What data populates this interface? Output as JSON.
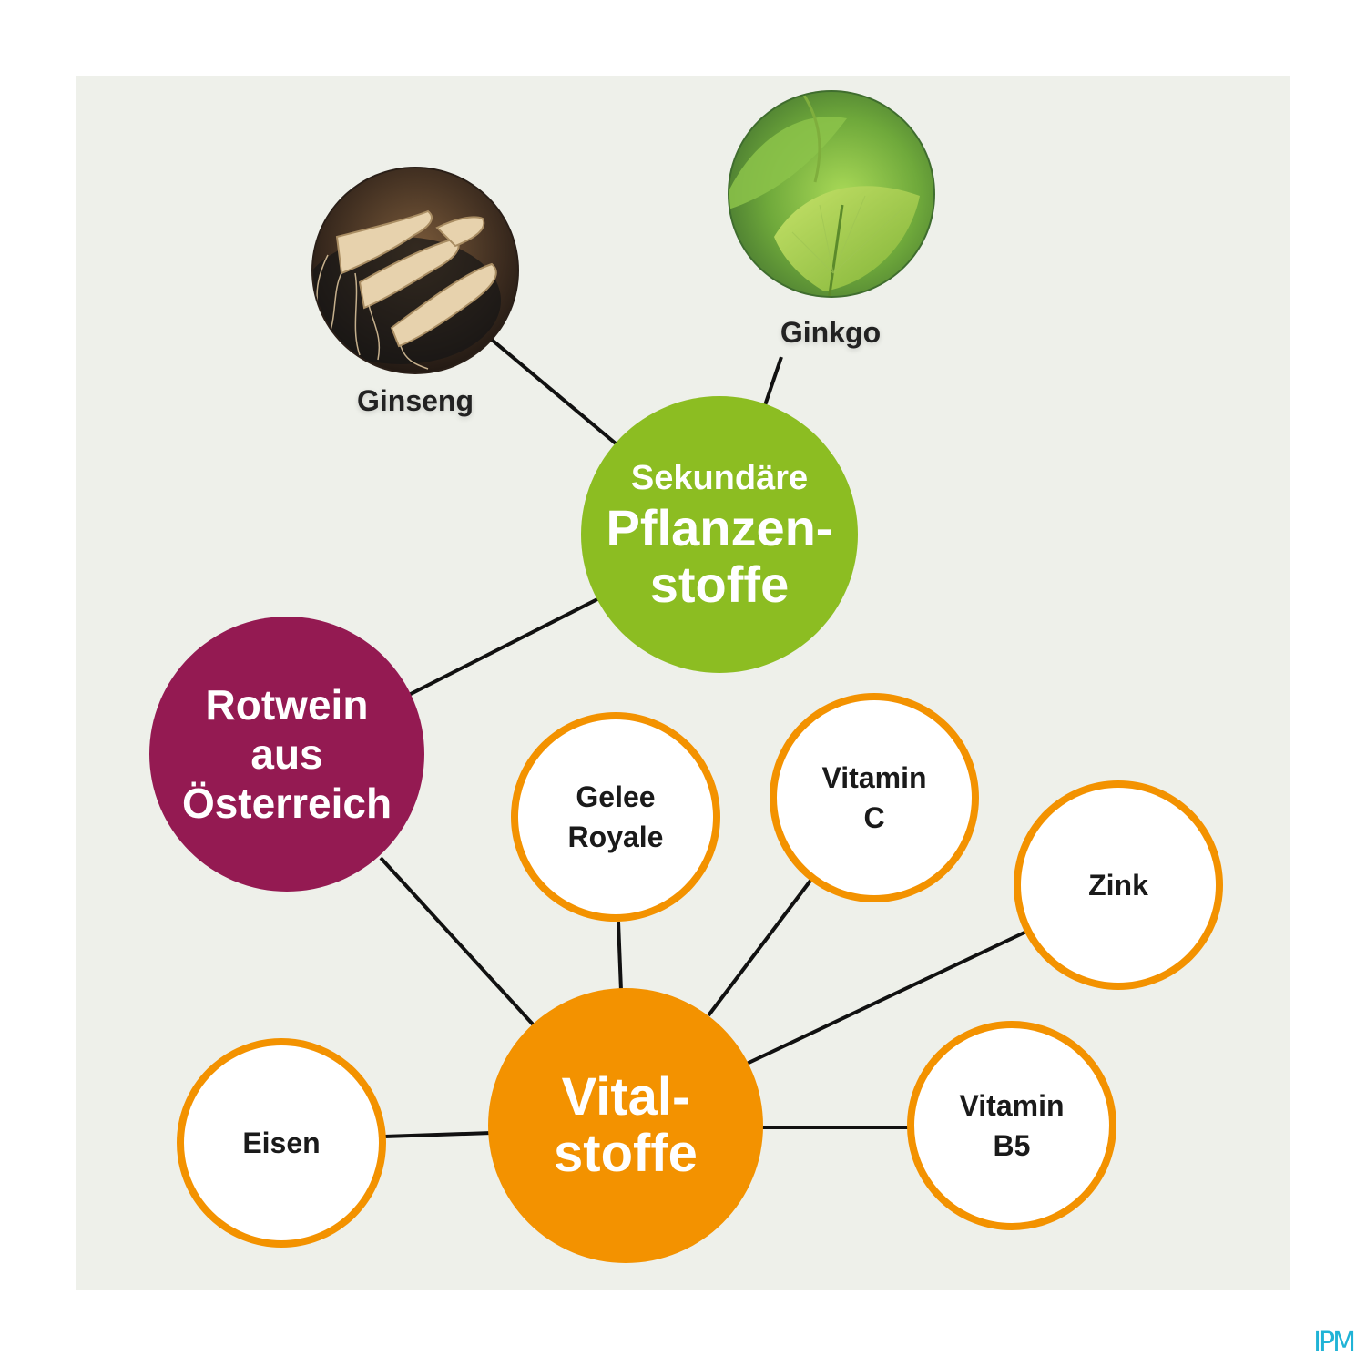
{
  "nodes": {
    "sekundaere": {
      "line1": "Sekundäre",
      "line2": "Pflanzen-",
      "line3": "stoffe",
      "color": "#8cbd22"
    },
    "rotwein": {
      "label": "Rotwein\naus\nÖsterreich",
      "color": "#941a52"
    },
    "vitalstoffe": {
      "label": "Vital-\nstoffe",
      "color": "#f39200"
    },
    "ginseng": {
      "label": "Ginseng",
      "image": "ginseng-root-photo"
    },
    "ginkgo": {
      "label": "Ginkgo",
      "image": "ginkgo-leaf-photo"
    },
    "gelee_royale": {
      "label": "Gelee\nRoyale"
    },
    "vitamin_c": {
      "label": "Vitamin\nC"
    },
    "zink": {
      "label": "Zink"
    },
    "eisen": {
      "label": "Eisen"
    },
    "vitamin_b5": {
      "label": "Vitamin\nB5"
    }
  },
  "colors": {
    "background_panel": "#eef0ea",
    "leaf_ring": "#f39200",
    "connector": "#111111"
  },
  "brand": {
    "text": "IPM"
  }
}
